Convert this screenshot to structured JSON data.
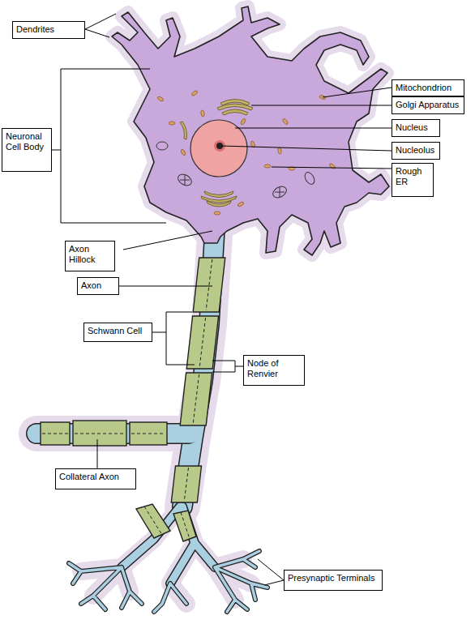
{
  "diagram": {
    "nodes": [
      {
        "text": [
          "Dendrites"
        ]
      },
      {
        "text": [
          "Mitochondrion"
        ]
      },
      {
        "text": [
          "Golgi Apparatus"
        ]
      },
      {
        "text": [
          "Nucleus"
        ]
      },
      {
        "text": [
          "Neuronal Cell Body"
        ]
      },
      {
        "text": [
          "Nucleolus"
        ]
      },
      {
        "text": [
          "Rough ER"
        ]
      },
      {
        "text": [
          "Axon Hillock"
        ]
      },
      {
        "text": [
          "Axon"
        ]
      },
      {
        "text": [
          "Schwann Cell"
        ]
      },
      {
        "text": [
          "Node of Renvier"
        ]
      },
      {
        "text": [
          "Collateral Axon"
        ]
      },
      {
        "text": [
          "Presynaptic Terminals"
        ]
      }
    ]
  }
}
